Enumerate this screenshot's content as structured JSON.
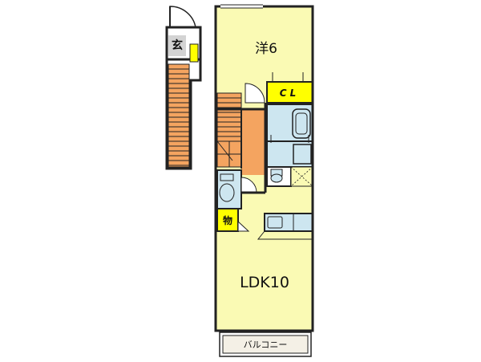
{
  "rooms": {
    "genkan": "玄",
    "bedroom": "洋6",
    "closet": "CL",
    "storage": "物",
    "ldk": "LDK10",
    "balcony": "バルコニー"
  },
  "colors": {
    "room_fill": "#fafab4",
    "stair_fill": "#f4a460",
    "bath_fill": "#cde6f0",
    "label_yellow": "#ffff00",
    "wall": "#222222",
    "balcony_fill": "#f4f0e6"
  },
  "icons": [
    "door-swing-icon",
    "stair-icon",
    "bathtub-icon",
    "washbasin-icon",
    "toilet-icon",
    "kitchen-sink-icon",
    "washing-machine-icon"
  ]
}
